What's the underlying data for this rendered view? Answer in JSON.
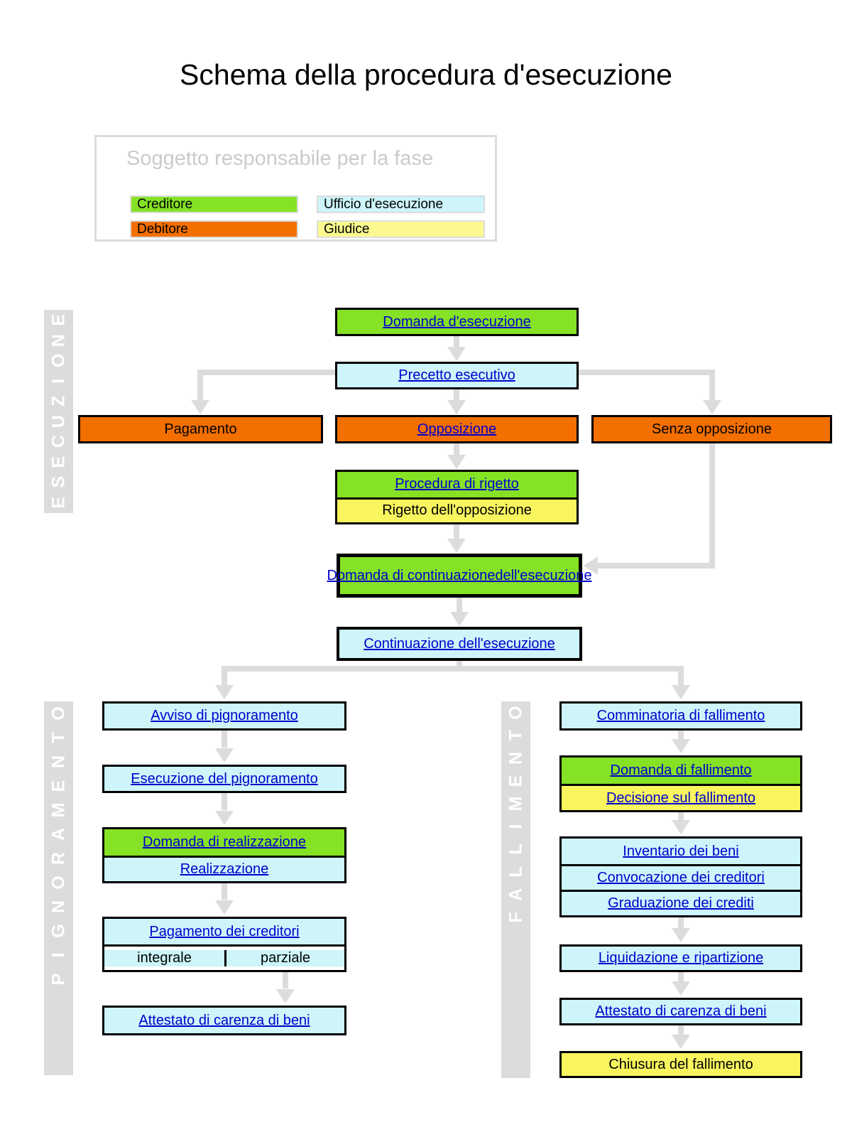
{
  "title": "Schema della procedura d'esecuzione",
  "legend": {
    "title": "Soggetto responsabile per la fase",
    "items": [
      {
        "label": "Creditore",
        "color": "#85E224"
      },
      {
        "label": "Debitore",
        "color": "#F36F00"
      },
      {
        "label": "Ufficio d'esecuzione",
        "color": "#CDF5FA"
      },
      {
        "label": "Giudice",
        "color": "#FBF98F"
      }
    ]
  },
  "phases": {
    "esecuzione": "ESECUZIONE",
    "pignoramento": "PIGNORAMENTO",
    "fallimento": "FALLIMENTO"
  },
  "nodes": {
    "domanda_esecuzione": "Domanda d'esecuzione",
    "precetto_esecutivo": "Precetto esecutivo",
    "pagamento": "Pagamento",
    "opposizione": "Opposizione",
    "senza_opposizione": "Senza opposizione",
    "procedura_rigetto": "Procedura di rigetto",
    "rigetto_opposizione": "Rigetto dell'opposizione",
    "domanda_continuazione": "Domanda di continuazionedell'esecuzione",
    "continuazione": "Continuazione dell'esecuzione",
    "avviso_pignoramento": "Avviso di pignoramento",
    "esecuzione_pignoramento": "Esecuzione del pignoramento",
    "domanda_realizzazione": "Domanda di realizzazione",
    "realizzazione": "Realizzazione",
    "pagamento_creditori": "Pagamento dei creditori",
    "integrale": "integrale",
    "parziale": "parziale",
    "attestato_carenza_left": "Attestato di carenza di beni",
    "comminatoria_fallimento": "Comminatoria di fallimento",
    "domanda_fallimento": "Domanda di fallimento",
    "decisione_fallimento": "Decisione sul fallimento",
    "inventario_beni": "Inventario dei beni",
    "convocazione_creditori": "Convocazione dei creditori",
    "graduazione_crediti": "Graduazione dei crediti",
    "liquidazione_ripartizione": "Liquidazione e ripartizione",
    "attestato_carenza_right": "Attestato di carenza di beni",
    "chiusura_fallimento": "Chiusura del fallimento"
  },
  "colors": {
    "creditore_green": "#85E224",
    "debitore_orange": "#F36F00",
    "ufficio_cyan": "#CDF5FA",
    "giudice_yellow": "#F8F55F",
    "connector_gray": "#DCDCDC",
    "link_blue": "#0000CC"
  }
}
